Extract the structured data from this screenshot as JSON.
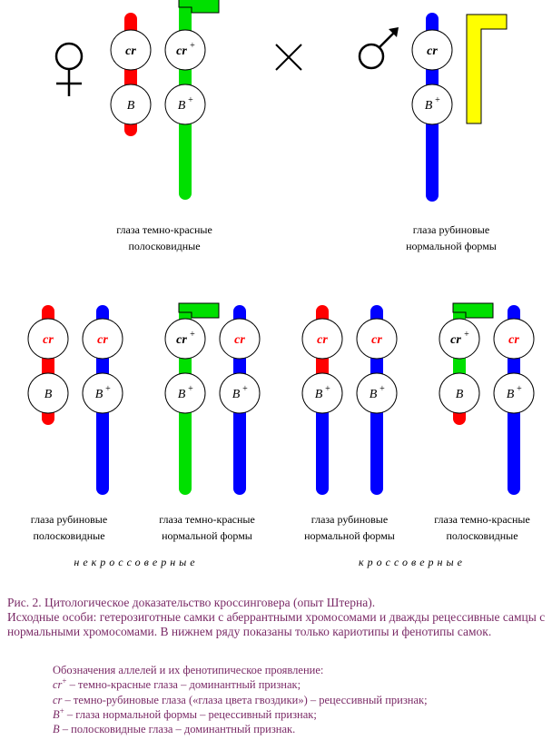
{
  "parents": {
    "female": {
      "symbol": "female-symbol",
      "chromosomes": [
        {
          "genes": [
            {
              "text": "cr",
              "italic": true,
              "bold": true,
              "sup": "",
              "color": "#000000"
            },
            {
              "text": "B",
              "italic": true,
              "bold": false,
              "sup": "",
              "color": "#000000"
            }
          ],
          "segments": [
            "#ff0000",
            "#ff0000"
          ]
        },
        {
          "genes": [
            {
              "text": "cr",
              "italic": true,
              "bold": true,
              "sup": "+",
              "color": "#000000"
            },
            {
              "text": "B",
              "italic": true,
              "bold": false,
              "sup": "+",
              "color": "#000000"
            }
          ],
          "segments": [
            "#00e000",
            "#00e000"
          ],
          "attachment": "#00e000"
        }
      ],
      "label": [
        "глаза  темно-красные",
        "полосковидные"
      ]
    },
    "cross_symbol": "cross-icon",
    "male": {
      "symbol": "male-symbol",
      "chromosomes": [
        {
          "genes": [
            {
              "text": "cr",
              "italic": true,
              "bold": true,
              "sup": "",
              "color": "#000000"
            },
            {
              "text": "B",
              "italic": true,
              "bold": false,
              "sup": "+",
              "color": "#000000"
            }
          ],
          "segments": [
            "#0000ff",
            "#0000ff"
          ]
        },
        {
          "y_chromosome": true,
          "color": "#ffff00"
        }
      ],
      "label": [
        "глаза рубиновые",
        "нормальной формы"
      ]
    }
  },
  "offspring": [
    {
      "label": [
        "глаза рубиновые",
        "полосковидные"
      ],
      "chromosomes": [
        {
          "genes": [
            {
              "text": "cr",
              "sup": ""
            },
            {
              "text": "B",
              "sup": ""
            }
          ],
          "segments": [
            "#ff0000",
            "#ff0000"
          ],
          "tail": "#ff0000"
        },
        {
          "genes": [
            {
              "text": "cr",
              "sup": ""
            },
            {
              "text": "B",
              "sup": "+"
            }
          ],
          "segments": [
            "#0000ff",
            "#0000ff"
          ],
          "tail": "#0000ff"
        }
      ]
    },
    {
      "label": [
        "глаза темно-красные",
        "нормальной формы"
      ],
      "chromosomes": [
        {
          "genes": [
            {
              "text": "cr",
              "sup": "+"
            },
            {
              "text": "B",
              "sup": "+"
            }
          ],
          "segments": [
            "#00e000",
            "#00e000"
          ],
          "tail": "#00e000",
          "attachment": "#00e000"
        },
        {
          "genes": [
            {
              "text": "cr",
              "sup": ""
            },
            {
              "text": "B",
              "sup": "+"
            }
          ],
          "segments": [
            "#0000ff",
            "#0000ff"
          ],
          "tail": "#0000ff"
        }
      ]
    },
    {
      "label": [
        "глаза рубиновые",
        "нормальной формы"
      ],
      "chromosomes": [
        {
          "genes": [
            {
              "text": "cr",
              "sup": ""
            },
            {
              "text": "B",
              "sup": "+"
            }
          ],
          "segments": [
            "#ff0000",
            "#0000ff"
          ],
          "tail": "#0000ff"
        },
        {
          "genes": [
            {
              "text": "cr",
              "sup": ""
            },
            {
              "text": "B",
              "sup": "+"
            }
          ],
          "segments": [
            "#0000ff",
            "#0000ff"
          ],
          "tail": "#0000ff"
        }
      ]
    },
    {
      "label": [
        "глаза темно-красные",
        "полосковидные"
      ],
      "chromosomes": [
        {
          "genes": [
            {
              "text": "cr",
              "sup": "+"
            },
            {
              "text": "B",
              "sup": ""
            }
          ],
          "segments": [
            "#00e000",
            "#ff0000"
          ],
          "tail": "#ff0000",
          "attachment": "#00e000"
        },
        {
          "genes": [
            {
              "text": "cr",
              "sup": ""
            },
            {
              "text": "B",
              "sup": "+"
            }
          ],
          "segments": [
            "#0000ff",
            "#0000ff"
          ],
          "tail": "#0000ff"
        }
      ]
    }
  ],
  "groups": {
    "noncrossover": "некроссоверные",
    "crossover": "кроссоверные"
  },
  "caption": {
    "line1": "Рис. 2. Цитологическое доказательство кроссинговера (опыт Штерна).",
    "line2": "Исходные особи: гетерозиготные самки с аберрантными хромосомами и дважды рецессивные самцы с нормальными хромосомами. В нижнем ряду показаны только кариотипы и фенотипы самок."
  },
  "legend": {
    "title": "Обозначения аллелей и их фенотипическое проявление:",
    "items": [
      {
        "symbol": "cr",
        "sup": "+",
        "text": " – темно-красные глаза – доминантный признак;"
      },
      {
        "symbol": "cr",
        "sup": "",
        "text": " – темно-рубиновые глаза («глаза цвета гвоздики») – рецессивный признак;"
      },
      {
        "symbol": "B",
        "sup": "+",
        "text": " – глаза нормальной формы – рецессивный признак;"
      },
      {
        "symbol": "B",
        "sup": "",
        "text": " – полосковидные глаза – доминантный признак."
      }
    ]
  },
  "colors": {
    "red": "#ff0000",
    "green": "#00e000",
    "blue": "#0000ff",
    "yellow": "#ffff00",
    "gene_red_text": "#ff0000",
    "caption": "#7a2a66"
  }
}
